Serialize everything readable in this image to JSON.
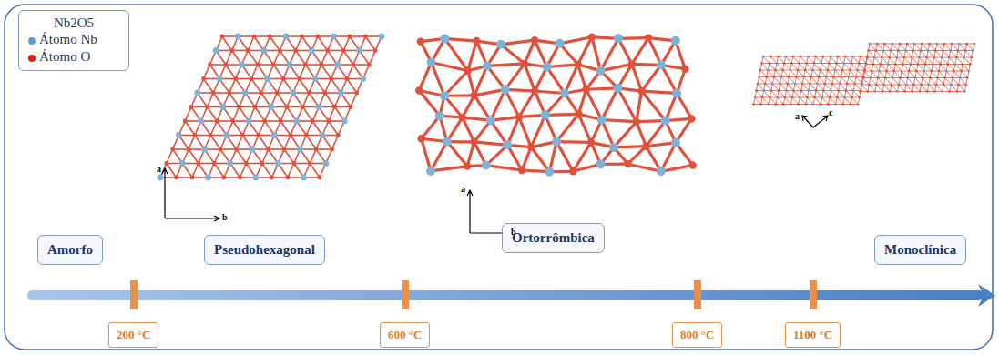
{
  "diagram": {
    "nodes": [
      {
        "text": [
          "Nb2O5"
        ]
      },
      {
        "text": [
          "Amorfo"
        ]
      },
      {
        "text": [
          "Pseudohexagonal"
        ]
      },
      {
        "text": [
          "Ortorrômbica"
        ]
      },
      {
        "text": [
          "Monoclínica"
        ]
      },
      {
        "text": [
          "200 °C"
        ]
      },
      {
        "text": [
          "600 °C"
        ]
      },
      {
        "text": [
          "800 °C"
        ]
      },
      {
        "text": [
          "1100 °C"
        ]
      }
    ],
    "edges": [],
    "labels": [
      "a",
      "b",
      "a",
      "b",
      "a",
      "c"
    ],
    "legend": [
      {
        "text": "Átomo Nb",
        "color": "#5b9bd5"
      },
      {
        "text": "Átomo O",
        "color": "#e02020"
      }
    ]
  }
}
